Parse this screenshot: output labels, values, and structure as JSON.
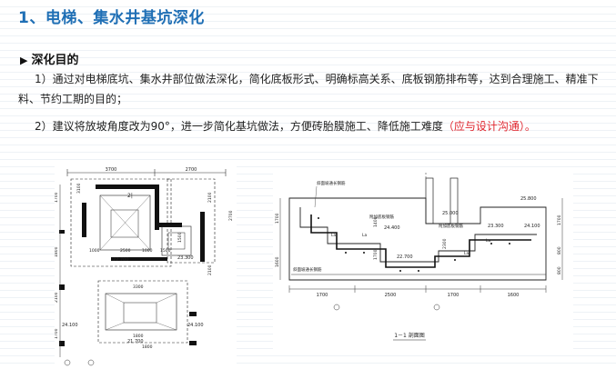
{
  "title": "1、电梯、集水井基坑深化",
  "section": {
    "marker": "▶",
    "heading": "深化目的"
  },
  "paragraphs": {
    "p1": "1）通过对电梯底坑、集水井部位做法深化，简化底板形式、明确标高关系、底板钢筋排布等，达到合理施工、精准下料、节约工期的目的；",
    "p2_main": "2）建议将放坡角度改为90°，进一步简化基坑做法，方便砖胎膜施工、降低施工难度",
    "p2_note": "（应与设计沟通）。"
  },
  "plan": {
    "top_dims": [
      "3700",
      "2700"
    ],
    "left_dims": [
      "1700",
      "1800",
      "2100",
      "1700"
    ],
    "pit_dims": [
      "1000",
      "2500",
      "1500",
      "1000",
      "1500",
      "3300",
      "1800",
      "1800"
    ],
    "side_dims": [
      "3100",
      "2100",
      "2100",
      "2700"
    ],
    "elevations": [
      "22.700",
      "23.300",
      "24.100",
      "24.100",
      "21.700"
    ],
    "mark": "2|"
  },
  "section_view": {
    "callouts": [
      "斜面坡通长钢筋",
      "附加底板钢筋",
      "附加底板钢筋",
      "斜面坡通长钢筋"
    ],
    "elevations": [
      "25.800",
      "25.000",
      "24.400",
      "23.300",
      "24.100",
      "22.700"
    ],
    "left_dims": [
      "1700",
      "1600"
    ],
    "mid_dims": [
      "1400",
      "1700",
      "2300"
    ],
    "right_dims": [
      "1700",
      "800",
      "800"
    ],
    "bottom_dims": [
      "1700",
      "2500",
      "1700",
      "1600"
    ],
    "la_labels": [
      "La",
      "La",
      "La",
      "La"
    ],
    "caption": "1－1 剖面图"
  },
  "colors": {
    "title": "#1f6fb5",
    "note": "#e0262e"
  }
}
